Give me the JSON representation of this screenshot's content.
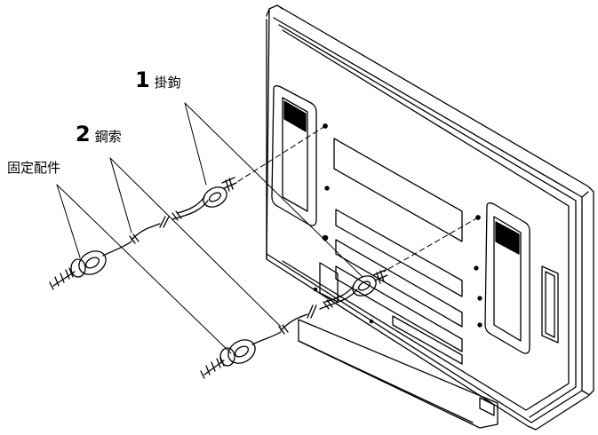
{
  "callouts": [
    {
      "number": "1",
      "text": "掛鉤"
    },
    {
      "number": "2",
      "text": "鋼索"
    },
    {
      "number": "",
      "text": "固定配件"
    }
  ],
  "colors": {
    "line": "#000000",
    "background": "#ffffff"
  },
  "icons": [
    "hook-icon",
    "wire-cable-icon",
    "wall-anchor-icon"
  ]
}
